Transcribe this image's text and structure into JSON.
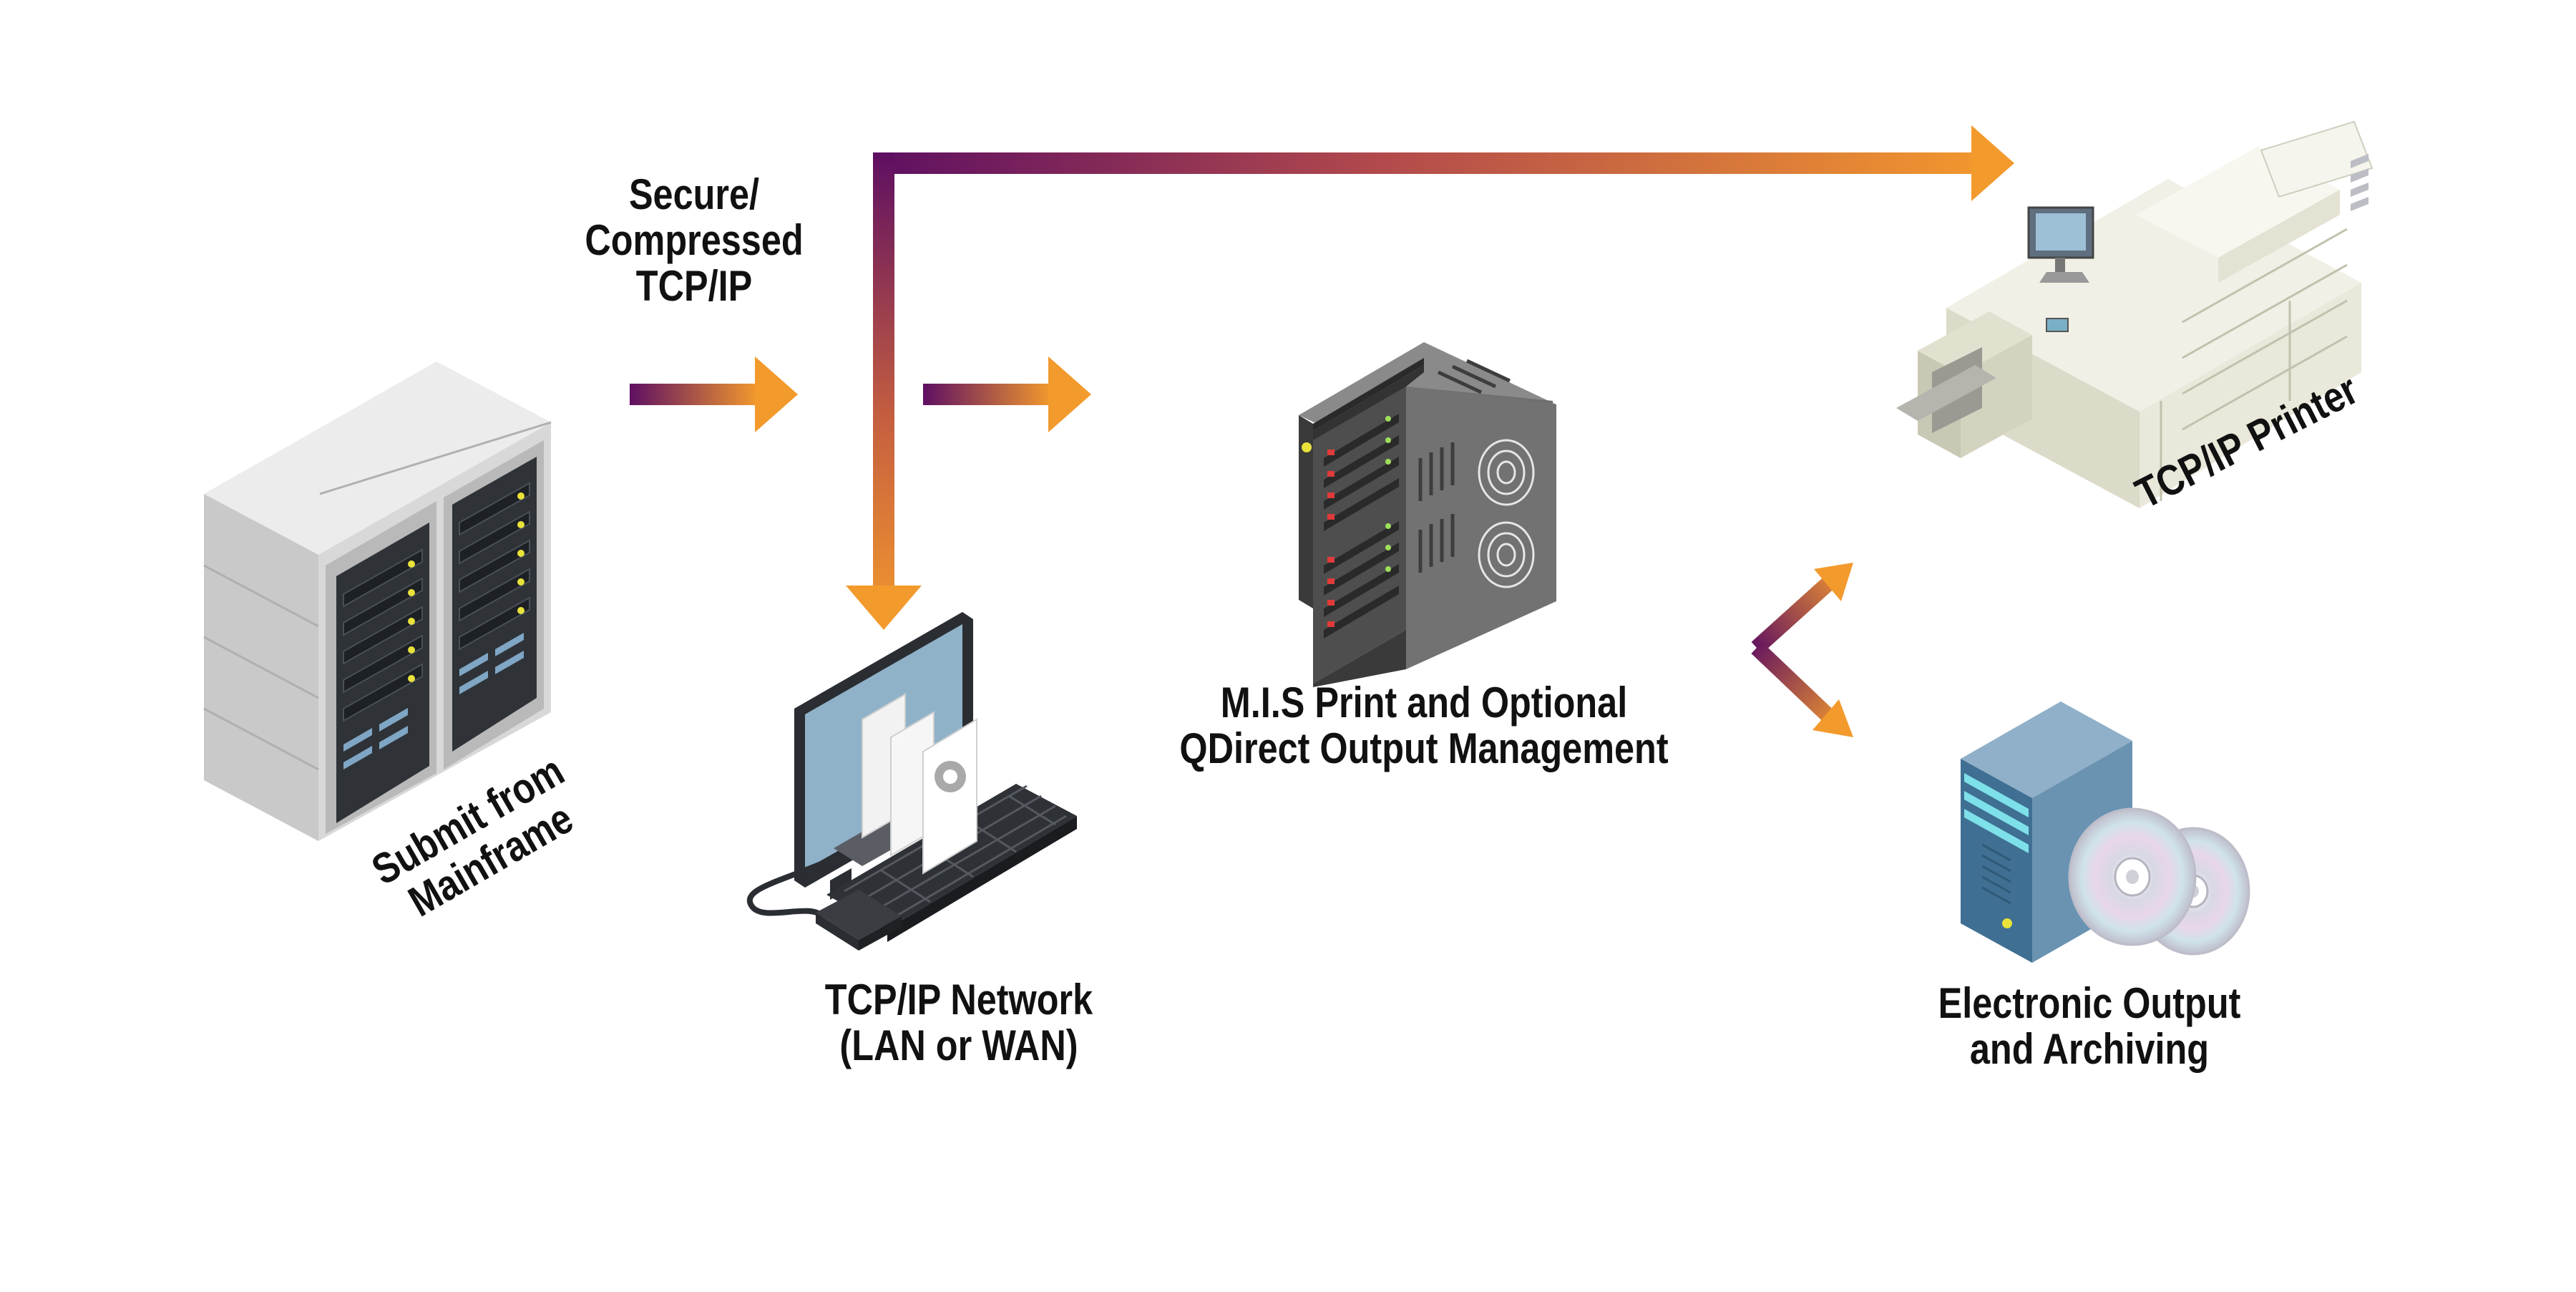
{
  "labels": {
    "secure_line1": "Secure/",
    "secure_line2": "Compressed",
    "secure_line3": "TCP/IP",
    "mainframe_line1": "Submit from",
    "mainframe_line2": "Mainframe",
    "network_line1": "TCP/IP Network",
    "network_line2": "(LAN or WAN)",
    "mis_line1": "M.I.S Print and Optional",
    "mis_line2": "QDirect Output Management",
    "printer": "TCP/IP Printer",
    "archive_line1": "Electronic Output",
    "archive_line2": "and Archiving"
  },
  "colors": {
    "arrow_start": "#5E0F62",
    "arrow_end": "#F39A2D",
    "text": "#111111"
  },
  "icons": [
    "mainframe-icon",
    "network-computer-icon",
    "mis-server-icon",
    "printer-icon",
    "archive-server-icon",
    "disc-icon"
  ]
}
